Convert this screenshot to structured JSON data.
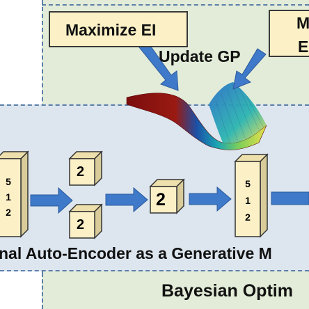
{
  "labels": {
    "maximize_ei": "Maximize EI",
    "update_gp": "Update GP",
    "right_box_top": "M",
    "right_box_bottom": "E",
    "vae_caption": "nal Auto-Encoder as a Generative M",
    "bo_caption": "Bayesian Optim",
    "block_512_digits": [
      "5",
      "1",
      "2"
    ],
    "block_2": "2"
  },
  "colors": {
    "arrow": "#3f79c9",
    "arrow_outline": "#2a5a9c",
    "box_fill": "#fbf0c6",
    "block_front": "#fbf0c6",
    "block_side": "#d9cc9a",
    "block_top": "#eee0ac",
    "bo_region": "#e3ecd8",
    "vae_region": "#dde6ef"
  }
}
